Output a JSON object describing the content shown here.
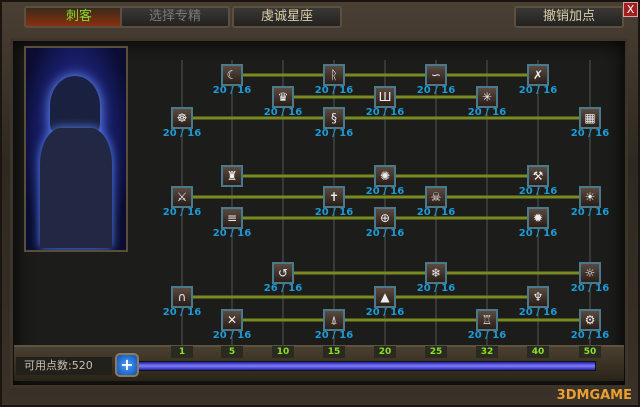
{
  "tabs": [
    {
      "label": "刺客",
      "state": "active"
    },
    {
      "label": "选择专精",
      "state": "disabled"
    },
    {
      "label": "虔诚星座",
      "state": "normal"
    }
  ],
  "reset_button": "撤销加点",
  "close_label": "X",
  "available_points": "可用点数:520",
  "progress": 1.0,
  "levels": [
    "1",
    "5",
    "10",
    "15",
    "20",
    "25",
    "32",
    "40",
    "50"
  ],
  "nodes": [
    {
      "level": 1,
      "group": 0,
      "tier": 2,
      "label": "20 / 16",
      "icon": "☸"
    },
    {
      "level": 5,
      "group": 0,
      "tier": 0,
      "label": "20 / 16",
      "icon": "☾"
    },
    {
      "level": 10,
      "group": 0,
      "tier": 1,
      "label": "20 / 16",
      "icon": "♛"
    },
    {
      "level": 15,
      "group": 0,
      "tier": 0,
      "label": "20 / 16",
      "icon": "ᚱ"
    },
    {
      "level": 15,
      "group": 0,
      "tier": 2,
      "label": "20 / 16",
      "icon": "§"
    },
    {
      "level": 20,
      "group": 0,
      "tier": 1,
      "label": "20 / 16",
      "icon": "Ш"
    },
    {
      "level": 25,
      "group": 0,
      "tier": 0,
      "label": "20 / 16",
      "icon": "∽"
    },
    {
      "level": 32,
      "group": 0,
      "tier": 1,
      "label": "20 / 16",
      "icon": "✳"
    },
    {
      "level": 40,
      "group": 0,
      "tier": 0,
      "label": "20 / 16",
      "icon": "✗"
    },
    {
      "level": 50,
      "group": 0,
      "tier": 2,
      "label": "20 / 16",
      "icon": "▦"
    },
    {
      "level": 1,
      "group": 1,
      "tier": 1,
      "label": "20 / 16",
      "icon": "⚔"
    },
    {
      "level": 5,
      "group": 1,
      "tier": 0,
      "label": "",
      "icon": "♜"
    },
    {
      "level": 5,
      "group": 1,
      "tier": 2,
      "label": "20 / 16",
      "icon": "≡"
    },
    {
      "level": 15,
      "group": 1,
      "tier": 1,
      "label": "20 / 16",
      "icon": "✝"
    },
    {
      "level": 20,
      "group": 1,
      "tier": 0,
      "label": "20 / 16",
      "icon": "✺"
    },
    {
      "level": 20,
      "group": 1,
      "tier": 2,
      "label": "20 / 16",
      "icon": "⊕"
    },
    {
      "level": 25,
      "group": 1,
      "tier": 1,
      "label": "20 / 16",
      "icon": "☠"
    },
    {
      "level": 40,
      "group": 1,
      "tier": 0,
      "label": "20 / 16",
      "icon": "⚒"
    },
    {
      "level": 40,
      "group": 1,
      "tier": 2,
      "label": "20 / 16",
      "icon": "✹"
    },
    {
      "level": 50,
      "group": 1,
      "tier": 1,
      "label": "20 / 16",
      "icon": "☀"
    },
    {
      "level": 10,
      "group": 2,
      "tier": 0,
      "label": "26 / 16",
      "icon": "↺"
    },
    {
      "level": 25,
      "group": 2,
      "tier": 0,
      "label": "20 / 16",
      "icon": "❄"
    },
    {
      "level": 50,
      "group": 2,
      "tier": 0,
      "label": "20 / 16",
      "icon": "☼"
    },
    {
      "level": 1,
      "group": 2,
      "tier": 1,
      "label": "20 / 16",
      "icon": "∩"
    },
    {
      "level": 20,
      "group": 2,
      "tier": 1,
      "label": "20 / 16",
      "icon": "▲"
    },
    {
      "level": 40,
      "group": 2,
      "tier": 1,
      "label": "20 / 16",
      "icon": "♆"
    },
    {
      "level": 5,
      "group": 2,
      "tier": 2,
      "label": "20 / 16",
      "icon": "✕"
    },
    {
      "level": 15,
      "group": 2,
      "tier": 2,
      "label": "20 / 16",
      "icon": "⍋"
    },
    {
      "level": 32,
      "group": 2,
      "tier": 2,
      "label": "20 / 16",
      "icon": "♖"
    },
    {
      "level": 50,
      "group": 2,
      "tier": 2,
      "label": "20 / 16",
      "icon": "⚙"
    }
  ],
  "watermark": "3DMGAME"
}
